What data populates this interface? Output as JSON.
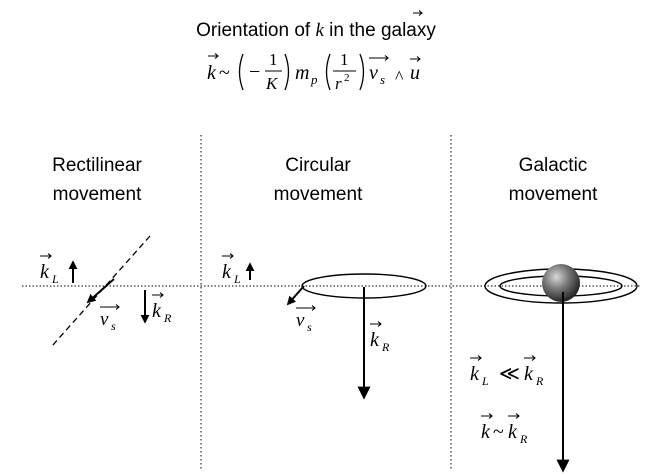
{
  "title": {
    "prefix": "Orientation of ",
    "vector": "k",
    "suffix": " in the galaxy"
  },
  "formula": {
    "lhs": "k",
    "tilde": "~",
    "minus": "−",
    "one": "1",
    "K": "K",
    "m": "m",
    "p": "p",
    "r": "r",
    "exp": "2",
    "v": "v",
    "s": "s",
    "wedge": "^",
    "u": "u"
  },
  "columns": [
    {
      "line1": "Rectilinear",
      "line2": "movement"
    },
    {
      "line1": "Circular",
      "line2": "movement"
    },
    {
      "line1": "Galactic",
      "line2": "movement"
    }
  ],
  "labels": {
    "k": "k",
    "L": "L",
    "R": "R",
    "v": "v",
    "s": "s",
    "much_less": "≪",
    "tilde": "~"
  }
}
